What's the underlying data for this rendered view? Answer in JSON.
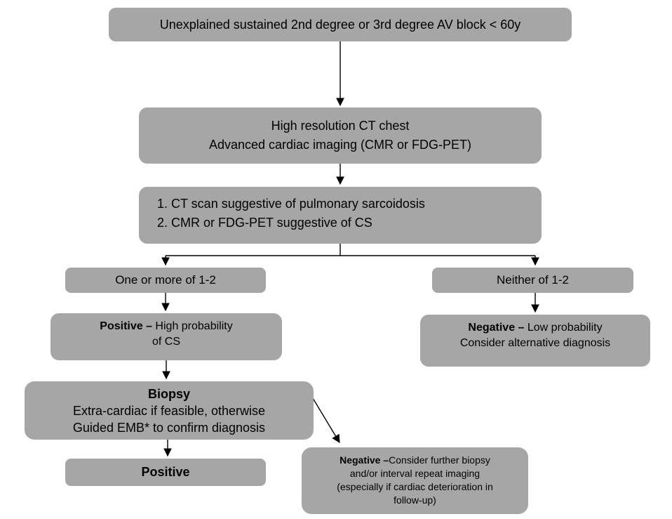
{
  "diagram": {
    "colors": {
      "background": "#ffffff",
      "node_fill": "#a6a6a6",
      "text_color": "#000000",
      "connector": "#000000"
    },
    "nodes": {
      "av_block": {
        "text": "Unexplained sustained 2nd degree or 3rd degree AV block < 60y"
      },
      "imaging": {
        "line1": "High resolution CT chest",
        "line2": "Advanced cardiac imaging (CMR or FDG-PET)"
      },
      "criteria": {
        "line1": "1. CT scan suggestive of pulmonary sarcoidosis",
        "line2": "2. CMR or FDG-PET suggestive of CS"
      },
      "one_or_more": {
        "text": "One or more of 1-2"
      },
      "neither": {
        "text": "Neither of 1-2"
      },
      "positive_high": {
        "bold": "Positive –",
        "rest": " High probability",
        "line2": "of CS"
      },
      "negative_low": {
        "bold": "Negative –",
        "rest": " Low probability",
        "line2": "Consider alternative diagnosis"
      },
      "biopsy": {
        "bold": "Biopsy",
        "line2": "Extra-cardiac if feasible, otherwise",
        "line3": "Guided EMB* to confirm diagnosis"
      },
      "positive_final": {
        "text": "Positive"
      },
      "negative_biopsy": {
        "bold": "Negative –",
        "rest": "Consider further biopsy",
        "line2": "and/or interval repeat imaging",
        "line3": "(especially if cardiac deterioration in",
        "line4": "follow-up)"
      }
    }
  }
}
